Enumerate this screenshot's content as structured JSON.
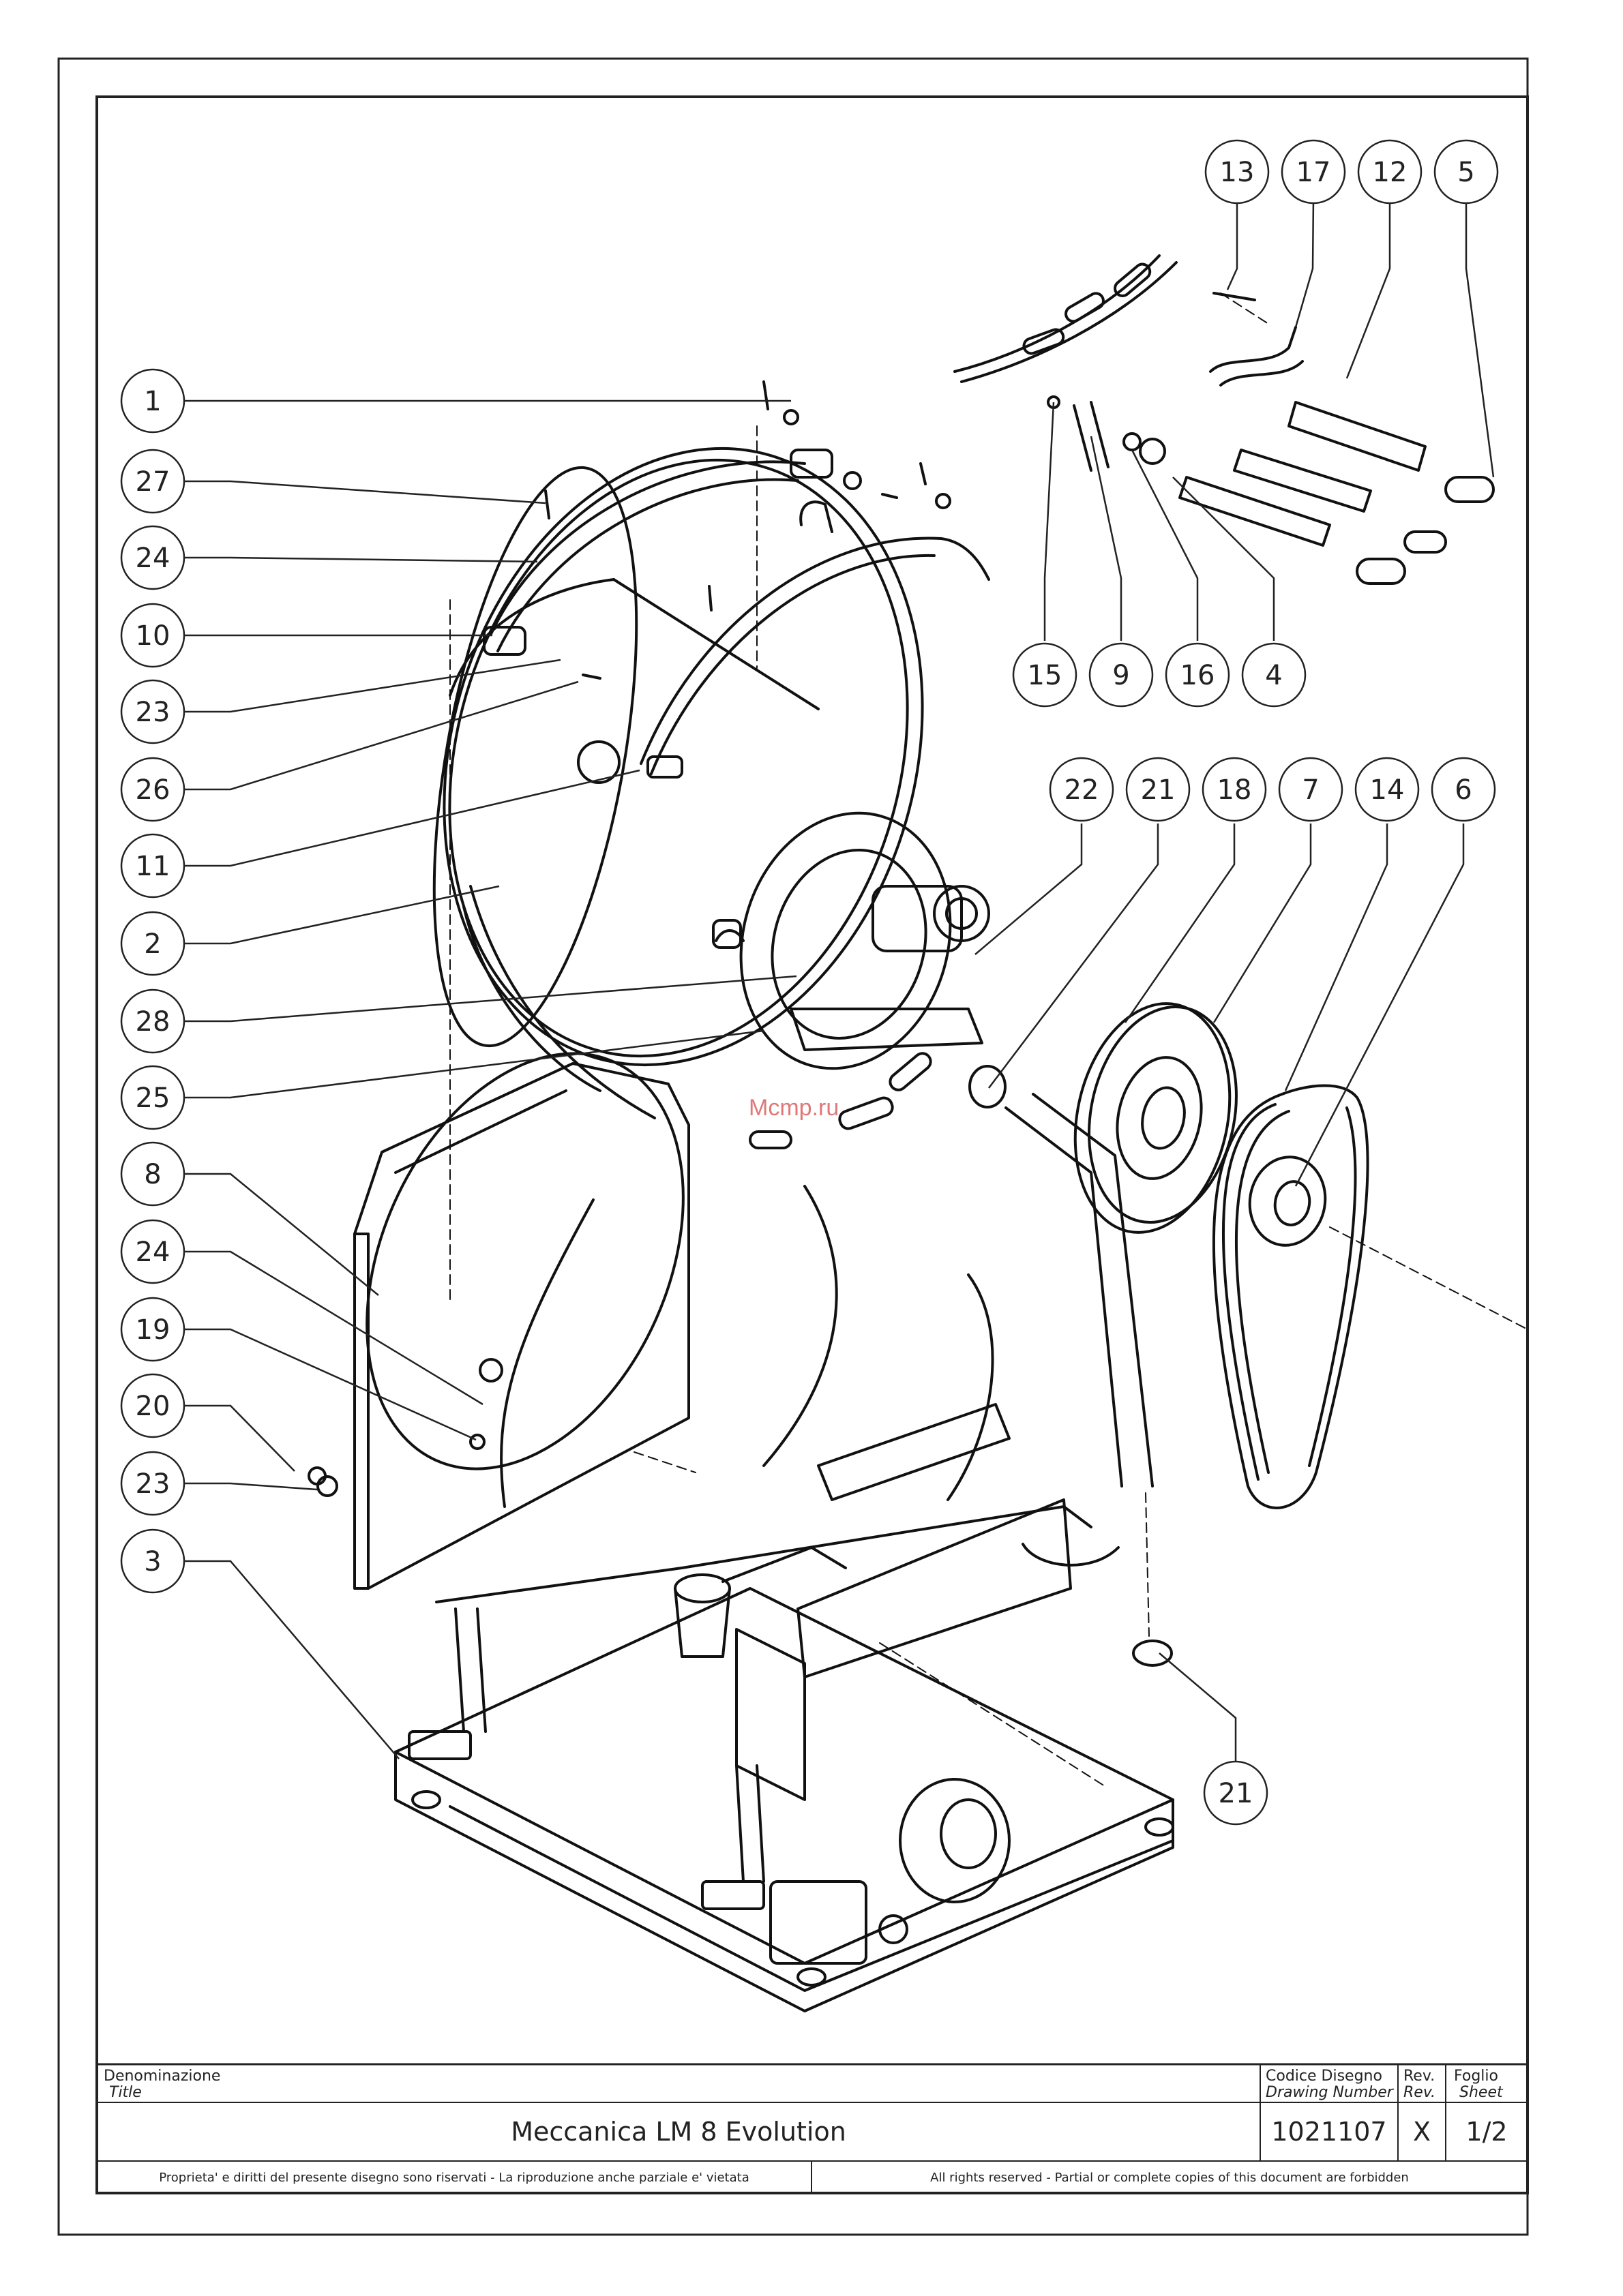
{
  "callouts_left": [
    "1",
    "27",
    "24",
    "10",
    "23",
    "26",
    "11",
    "2",
    "28",
    "25",
    "8",
    "24",
    "19",
    "20",
    "23",
    "3"
  ],
  "callouts_top_right": [
    "13",
    "17",
    "12",
    "5"
  ],
  "callouts_mid_right": [
    "15",
    "9",
    "16",
    "4"
  ],
  "callouts_right": [
    "22",
    "21",
    "18",
    "7",
    "14",
    "6"
  ],
  "callout_bottom_right": "21",
  "watermark": "Mcmp.ru",
  "title_block": {
    "denominazione": "Denominazione",
    "title_en": "Title",
    "title_value": "Meccanica LM 8 Evolution",
    "codice_disegno": "Codice Disegno",
    "drawing_number": "Drawing Number",
    "drawing_number_value": "1021107",
    "rev_it": "Rev.",
    "rev_en": "Rev.",
    "rev_value": "X",
    "foglio": "Foglio",
    "sheet": "Sheet",
    "sheet_value": "1/2",
    "note_it": "Proprieta' e diritti del presente disegno sono riservati - La riproduzione anche parziale e' vietata",
    "note_en": "All rights reserved - Partial or complete copies of this document are forbidden"
  }
}
